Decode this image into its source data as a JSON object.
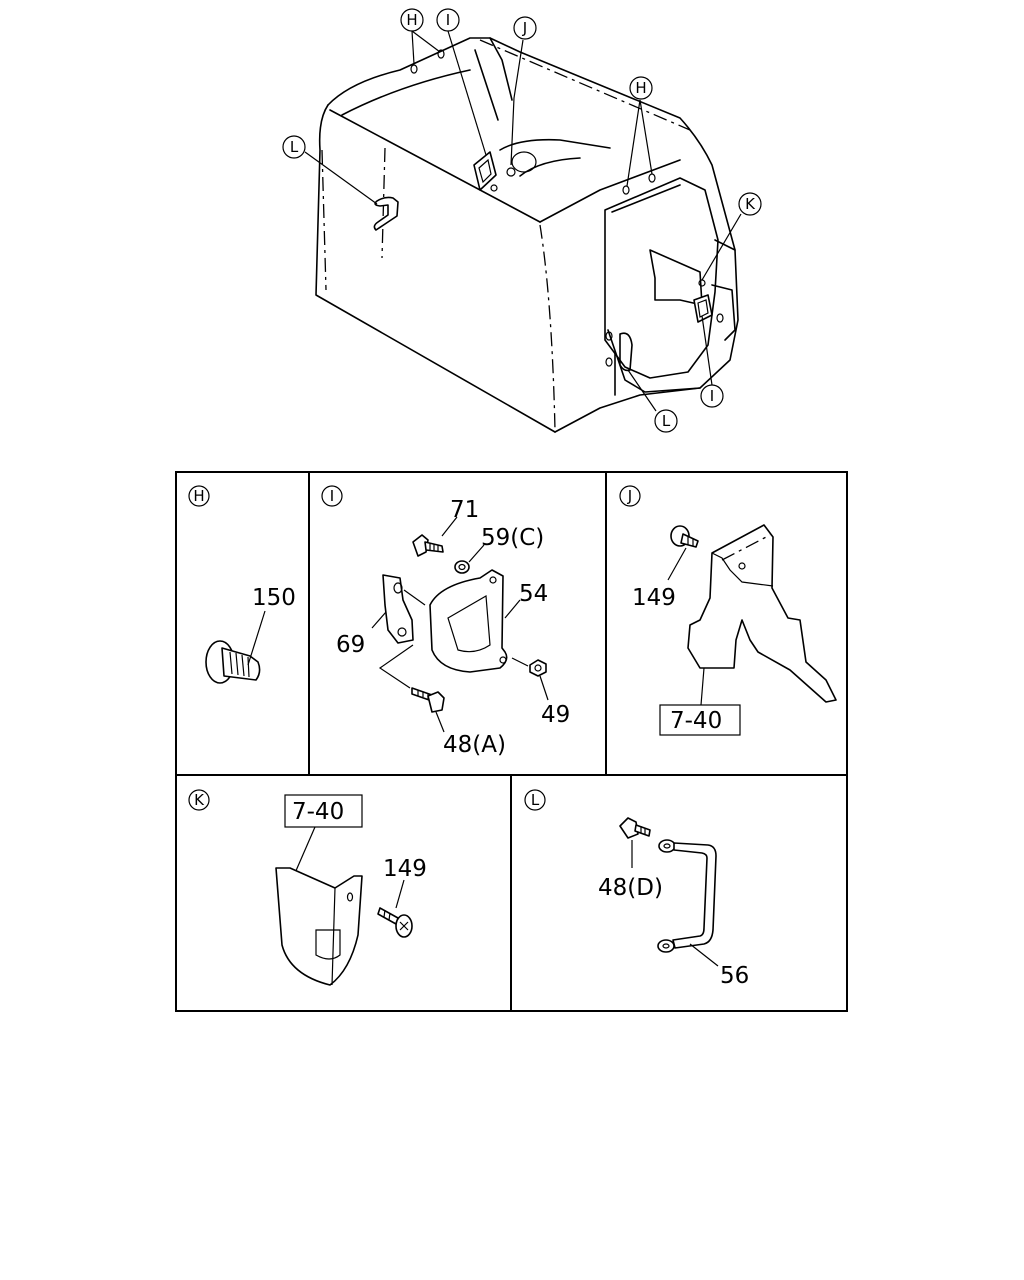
{
  "overview_callouts": {
    "h": "H",
    "i": "I",
    "j": "J",
    "k": "K",
    "l": "L"
  },
  "panels": {
    "h": {
      "letter": "H",
      "parts": [
        "150"
      ]
    },
    "i": {
      "letter": "I",
      "parts": [
        "71",
        "59(C)",
        "54",
        "69",
        "49",
        "48(A)"
      ]
    },
    "j": {
      "letter": "J",
      "parts": [
        "149"
      ],
      "ref": "7-40"
    },
    "k": {
      "letter": "K",
      "parts": [
        "149"
      ],
      "ref": "7-40"
    },
    "l": {
      "letter": "L",
      "parts": [
        "48(D)",
        "56"
      ]
    }
  }
}
